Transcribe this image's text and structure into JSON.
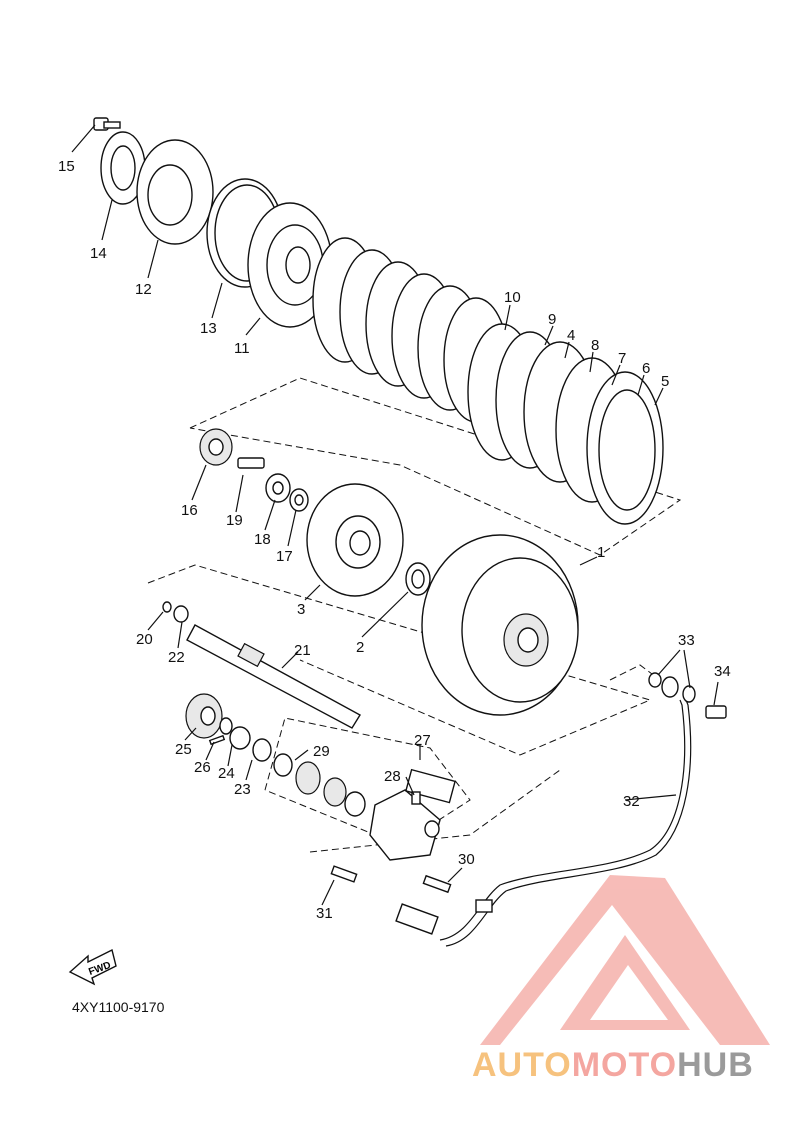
{
  "diagram": {
    "callouts": [
      "1",
      "2",
      "3",
      "4",
      "5",
      "6",
      "7",
      "8",
      "9",
      "10",
      "11",
      "12",
      "13",
      "14",
      "15",
      "16",
      "17",
      "18",
      "19",
      "20",
      "21",
      "22",
      "23",
      "24",
      "25",
      "26",
      "27",
      "28",
      "29",
      "30",
      "31",
      "32",
      "33",
      "34"
    ],
    "fwd_label": "FWD",
    "drawing_code": "4XY1100-9170"
  },
  "watermark": {
    "part1": "AUTO",
    "part2": "MOTO",
    "part3": "HUB",
    "colors": {
      "auto": "#f6c27e",
      "moto": "#f4a6a0",
      "hub": "#9a9a9a",
      "logo": "#f4a6a0"
    }
  }
}
